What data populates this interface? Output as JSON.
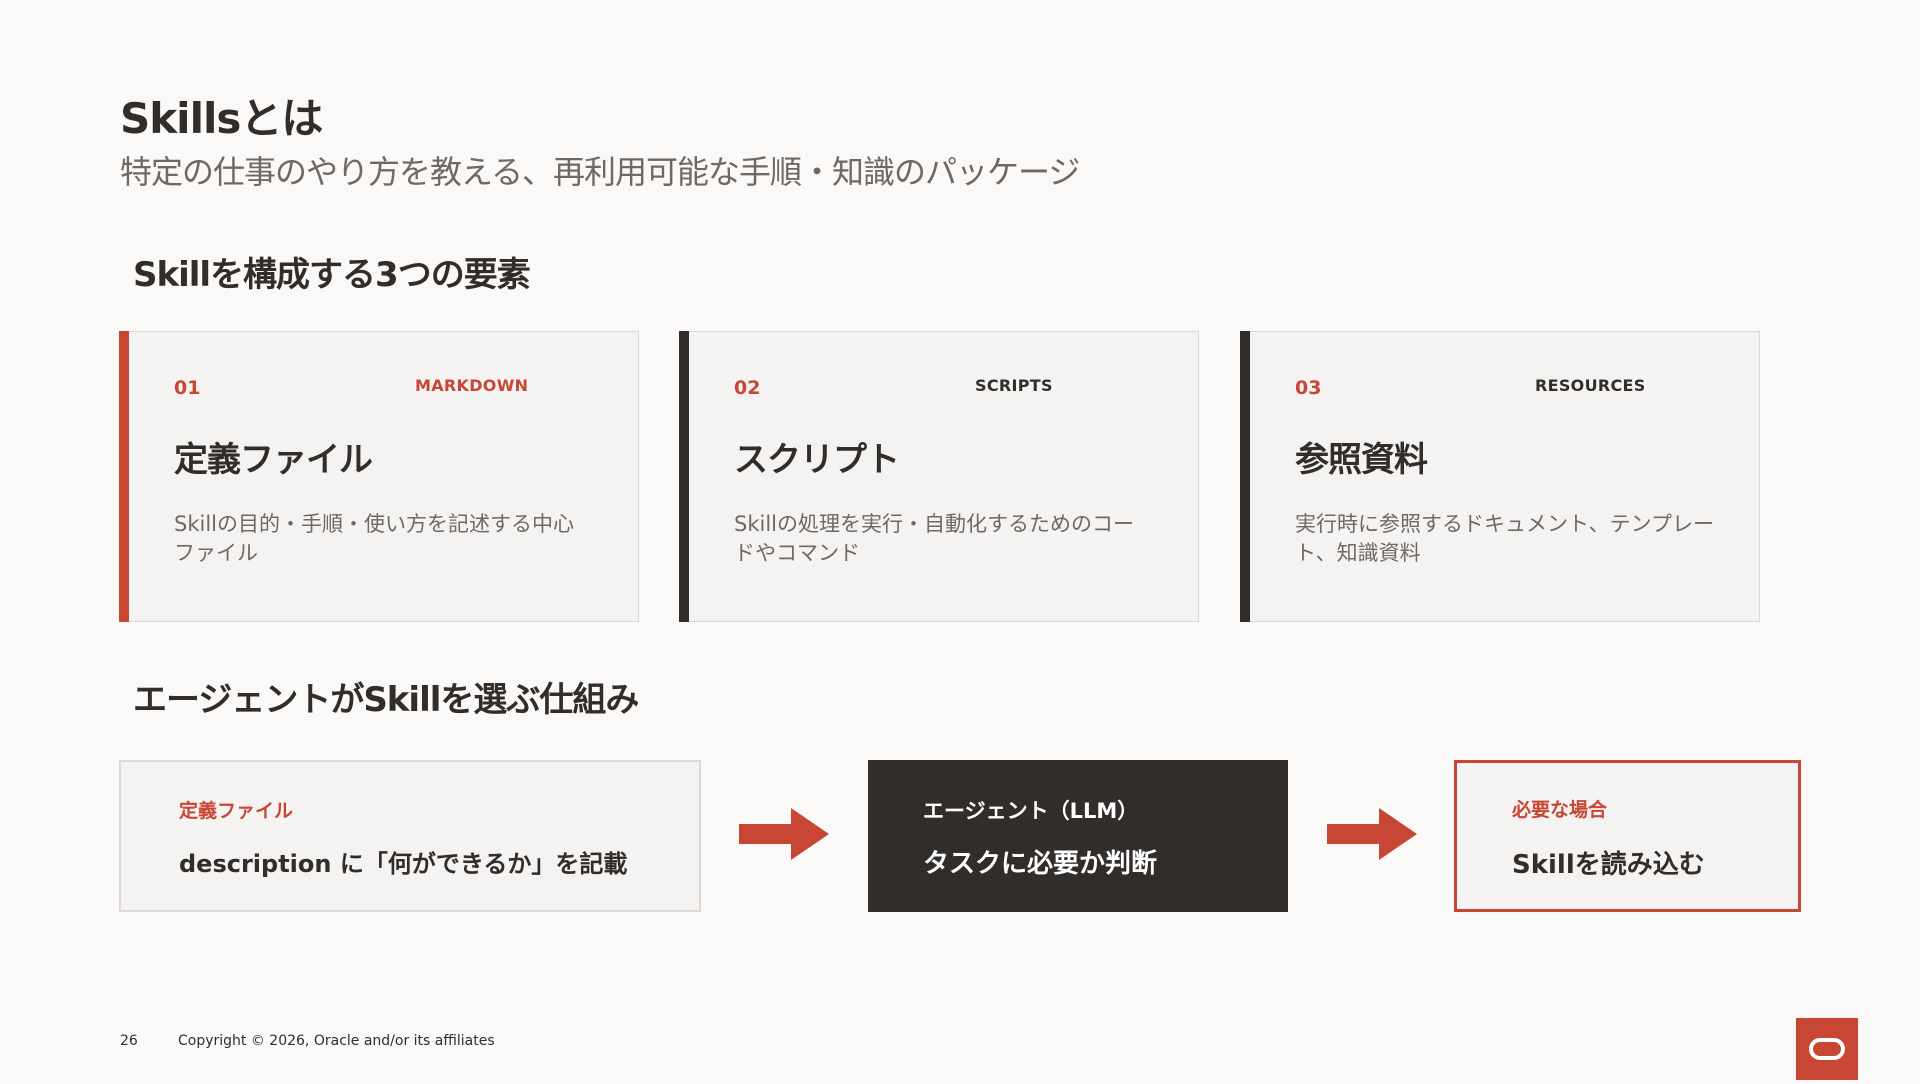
{
  "slide": {
    "title": "Skillsとは",
    "subtitle": "特定の仕事のやり方を教える、再利用可能な手順・知識のパッケージ"
  },
  "section1": {
    "title": "Skillを構成する3つの要素",
    "cards": [
      {
        "num": "01",
        "tag": "MARKDOWN",
        "title": "定義ファイル",
        "desc": "Skillの目的・手順・使い方を記述する中心ファイル"
      },
      {
        "num": "02",
        "tag": "SCRIPTS",
        "title": "スクリプト",
        "desc": "Skillの処理を実行・自動化するためのコードやコマンド"
      },
      {
        "num": "03",
        "tag": "RESOURCES",
        "title": "参照資料",
        "desc": "実行時に参照するドキュメント、テンプレート、知識資料"
      }
    ]
  },
  "section2": {
    "title": "エージェントがSkillを選ぶ仕組み",
    "steps": [
      {
        "small": "定義ファイル",
        "big": "description に「何ができるか」を記載"
      },
      {
        "small": "エージェント（LLM）",
        "big": "タスクに必要か判断"
      },
      {
        "small": "必要な場合",
        "big": "Skillを読み込む"
      }
    ]
  },
  "footer": {
    "page": "26",
    "copyright": "Copyright © 2026, Oracle and/or its affiliates"
  },
  "colors": {
    "accent": "#c74634",
    "dark": "#312d2a",
    "background": "#faf9f8"
  },
  "icons": {
    "arrow": "arrow-right-icon",
    "logo": "oracle-logo"
  }
}
